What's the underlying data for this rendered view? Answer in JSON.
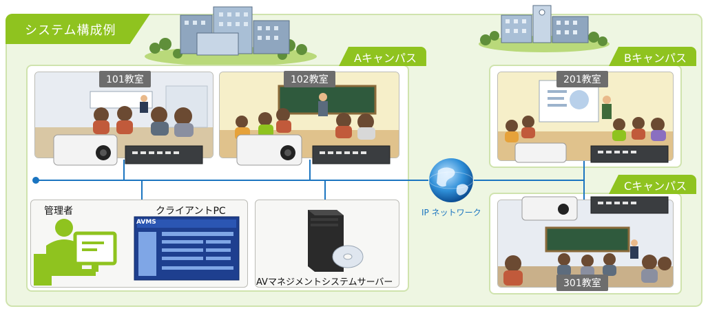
{
  "diagram": {
    "title": "システム構成例",
    "campuses": {
      "a": {
        "label": "Aキャンパス"
      },
      "b": {
        "label": "Bキャンパス"
      },
      "c": {
        "label": "Cキャンパス"
      }
    },
    "rooms": {
      "r101": "101教室",
      "r102": "102教室",
      "r201": "201教室",
      "r301": "301教室"
    },
    "admin": {
      "label": "管理者",
      "client_pc_label": "クライアントPC",
      "screen_logo": "AVMS"
    },
    "server": {
      "label": "AVマネジメントシステムサーバー"
    },
    "network": {
      "label": "IP ネットワーク"
    },
    "colors": {
      "accent_green": "#8fc31f",
      "frame_green": "#cfe3ad",
      "background": "#eef6e2",
      "network_blue": "#1a74c0",
      "label_gray": "#6d6d6d"
    },
    "icons": [
      "building-icon",
      "projector-icon",
      "av-switcher-icon",
      "globe-icon",
      "server-icon",
      "disc-icon",
      "admin-person-icon",
      "monitor-icon",
      "whiteboard-icon",
      "chalkboard-icon",
      "student-icon",
      "teacher-icon"
    ]
  }
}
